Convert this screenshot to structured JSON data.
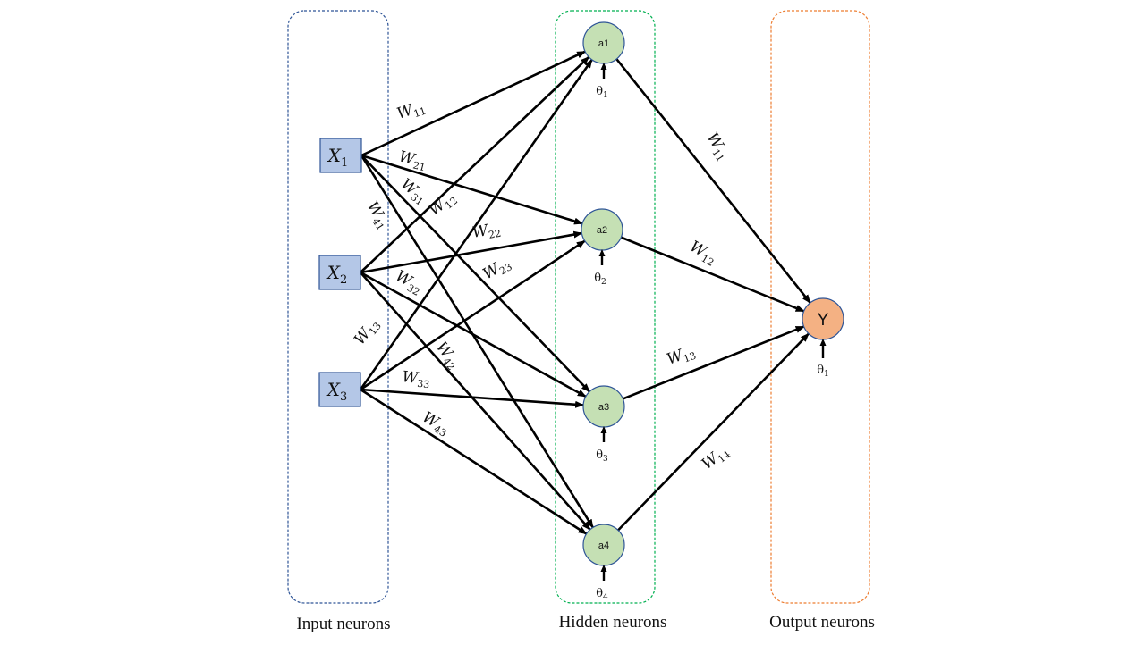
{
  "groups": {
    "input": {
      "caption": "Input neurons",
      "border_color": "#2f5597"
    },
    "hidden": {
      "caption": "Hidden neurons",
      "border_color": "#00b050"
    },
    "output": {
      "caption": "Output neurons",
      "border_color": "#ed7d31"
    }
  },
  "inputs": [
    {
      "id": "x1",
      "base": "X",
      "sub": "1"
    },
    {
      "id": "x2",
      "base": "X",
      "sub": "2"
    },
    {
      "id": "x3",
      "base": "X",
      "sub": "3"
    }
  ],
  "hidden": [
    {
      "id": "a1",
      "label": "a1",
      "bias_base": "θ",
      "bias_sub": "1"
    },
    {
      "id": "a2",
      "label": "a2",
      "bias_base": "θ",
      "bias_sub": "2"
    },
    {
      "id": "a3",
      "label": "a3",
      "bias_base": "θ",
      "bias_sub": "3"
    },
    {
      "id": "a4",
      "label": "a4",
      "bias_base": "θ",
      "bias_sub": "4"
    }
  ],
  "output": {
    "id": "y",
    "label": "Y",
    "bias_base": "θ",
    "bias_sub": "1"
  },
  "input_edges": [
    {
      "from": "x1",
      "to": "a1",
      "w": "W",
      "sub": "11"
    },
    {
      "from": "x1",
      "to": "a2",
      "w": "W",
      "sub": "21"
    },
    {
      "from": "x1",
      "to": "a3",
      "w": "W",
      "sub": "31"
    },
    {
      "from": "x1",
      "to": "a4",
      "w": "W",
      "sub": "41"
    },
    {
      "from": "x2",
      "to": "a1",
      "w": "W",
      "sub": "12"
    },
    {
      "from": "x2",
      "to": "a2",
      "w": "W",
      "sub": "22"
    },
    {
      "from": "x2",
      "to": "a3",
      "w": "W",
      "sub": "32"
    },
    {
      "from": "x2",
      "to": "a4",
      "w": "W",
      "sub": "42"
    },
    {
      "from": "x3",
      "to": "a1",
      "w": "W",
      "sub": "13"
    },
    {
      "from": "x3",
      "to": "a2",
      "w": "W",
      "sub": "23"
    },
    {
      "from": "x3",
      "to": "a3",
      "w": "W",
      "sub": "33"
    },
    {
      "from": "x3",
      "to": "a4",
      "w": "W",
      "sub": "43"
    }
  ],
  "output_edges": [
    {
      "from": "a1",
      "to": "y",
      "w": "W",
      "sub": "11"
    },
    {
      "from": "a2",
      "to": "y",
      "w": "W",
      "sub": "12"
    },
    {
      "from": "a3",
      "to": "y",
      "w": "W",
      "sub": "13"
    },
    {
      "from": "a4",
      "to": "y",
      "w": "W",
      "sub": "14"
    }
  ],
  "colors": {
    "input_fill": "#b4c7e7",
    "input_stroke": "#2f5597",
    "hidden_fill": "#c5e0b4",
    "hidden_stroke": "#2f5597",
    "output_fill": "#f4b183",
    "output_stroke": "#2f5597",
    "edge": "#000000"
  }
}
